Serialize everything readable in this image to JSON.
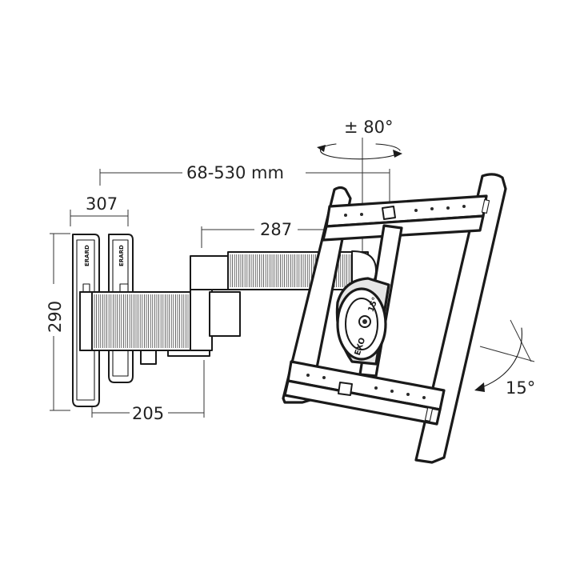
{
  "dimensions": {
    "rotation": "± 80°",
    "extension": "68-530 mm",
    "wall_plate_depth": "307",
    "arm_length": "287",
    "height": "290",
    "plate_width": "205",
    "tilt": "15°"
  },
  "branding": {
    "plate_logo": "ERARD",
    "pivot_label": "EXO",
    "pivot_angle": "15°"
  }
}
